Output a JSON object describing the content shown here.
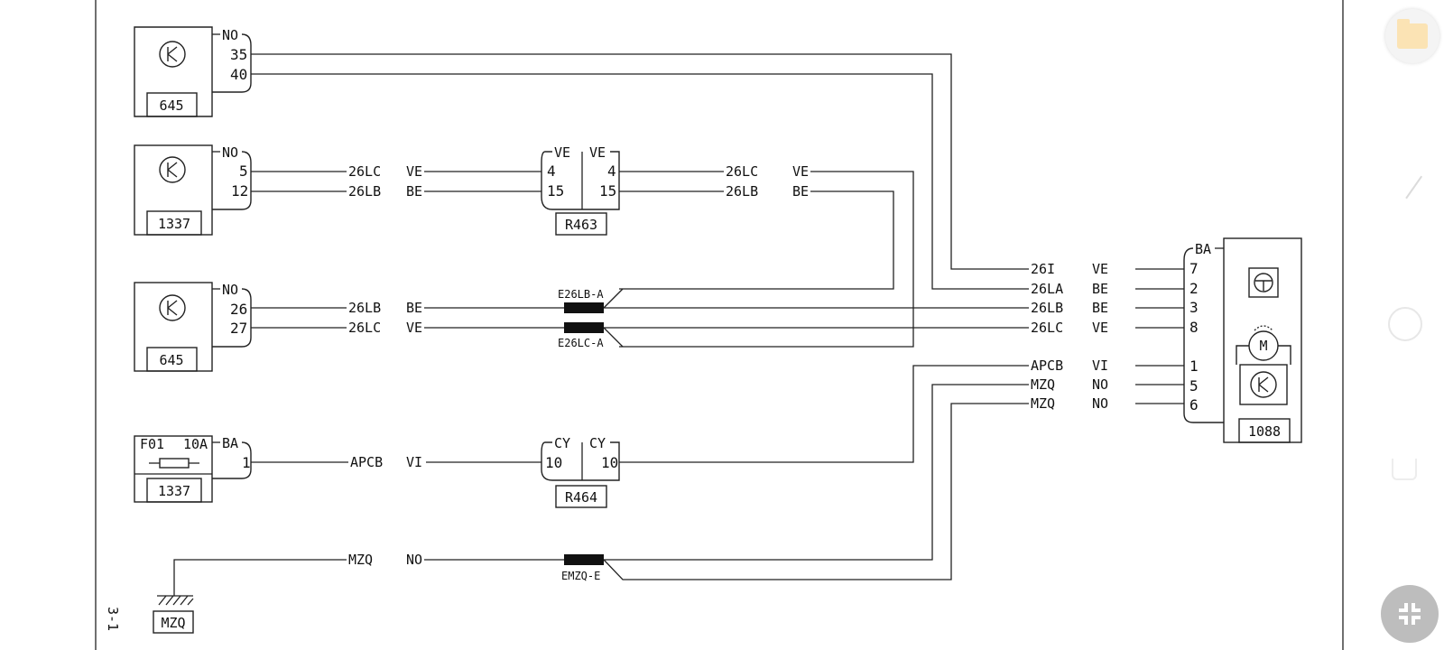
{
  "diagram": {
    "connectors": {
      "c1": {
        "ref": "645",
        "head": "NO",
        "pins": [
          "35",
          "40"
        ]
      },
      "c2": {
        "ref": "1337",
        "head": "NO",
        "pins": [
          "5",
          "12"
        ]
      },
      "c3": {
        "ref": "645",
        "head": "NO",
        "pins": [
          "26",
          "27"
        ]
      },
      "c4": {
        "ref": "1337",
        "fuse": "F01",
        "rating": "10A",
        "head": "BA",
        "pins": [
          "1"
        ]
      },
      "r463": {
        "ref": "R463",
        "left_color": "VE",
        "right_color": "VE",
        "pins_left": [
          "4",
          "15"
        ],
        "pins_right": [
          "4",
          "15"
        ]
      },
      "r464": {
        "ref": "R464",
        "left_color": "CY",
        "right_color": "CY",
        "pin_left": "10",
        "pin_right": "10"
      },
      "unit": {
        "ref": "1088",
        "head": "BA",
        "pins": [
          "7",
          "2",
          "3",
          "8",
          "1",
          "5",
          "6"
        ],
        "motor": "M"
      }
    },
    "wires": {
      "w_26lc_a": {
        "code": "26LC",
        "color": "VE"
      },
      "w_26lb_a": {
        "code": "26LB",
        "color": "BE"
      },
      "w_26lc_b": {
        "code": "26LC",
        "color": "VE"
      },
      "w_26lb_b": {
        "code": "26LB",
        "color": "BE"
      },
      "w_26lb_c": {
        "code": "26LB",
        "color": "BE"
      },
      "w_26lc_c": {
        "code": "26LC",
        "color": "VE"
      },
      "w_apcb_a": {
        "code": "APCB",
        "color": "VI"
      },
      "w_mzq_a": {
        "code": "MZQ",
        "color": "NO"
      },
      "u_26i": {
        "code": "26I",
        "color": "VE"
      },
      "u_26la": {
        "code": "26LA",
        "color": "BE"
      },
      "u_26lb": {
        "code": "26LB",
        "color": "BE"
      },
      "u_26lc": {
        "code": "26LC",
        "color": "VE"
      },
      "u_apcb": {
        "code": "APCB",
        "color": "VI"
      },
      "u_mzq1": {
        "code": "MZQ",
        "color": "NO"
      },
      "u_mzq2": {
        "code": "MZQ",
        "color": "NO"
      }
    },
    "splices": {
      "s1": "E26LB-A",
      "s2": "E26LC-A",
      "s3": "EMZQ-E"
    },
    "ground": {
      "ref": "MZQ"
    },
    "page_ref": "3-1"
  },
  "ui": {
    "icons": {
      "folder": "folder-icon",
      "collapse": "collapse-icon",
      "check": "check-icon",
      "circle": "circle-icon",
      "square": "square-icon"
    },
    "colors": {
      "folder": "#fbe3b4",
      "fab": "#bdbdbd"
    }
  }
}
